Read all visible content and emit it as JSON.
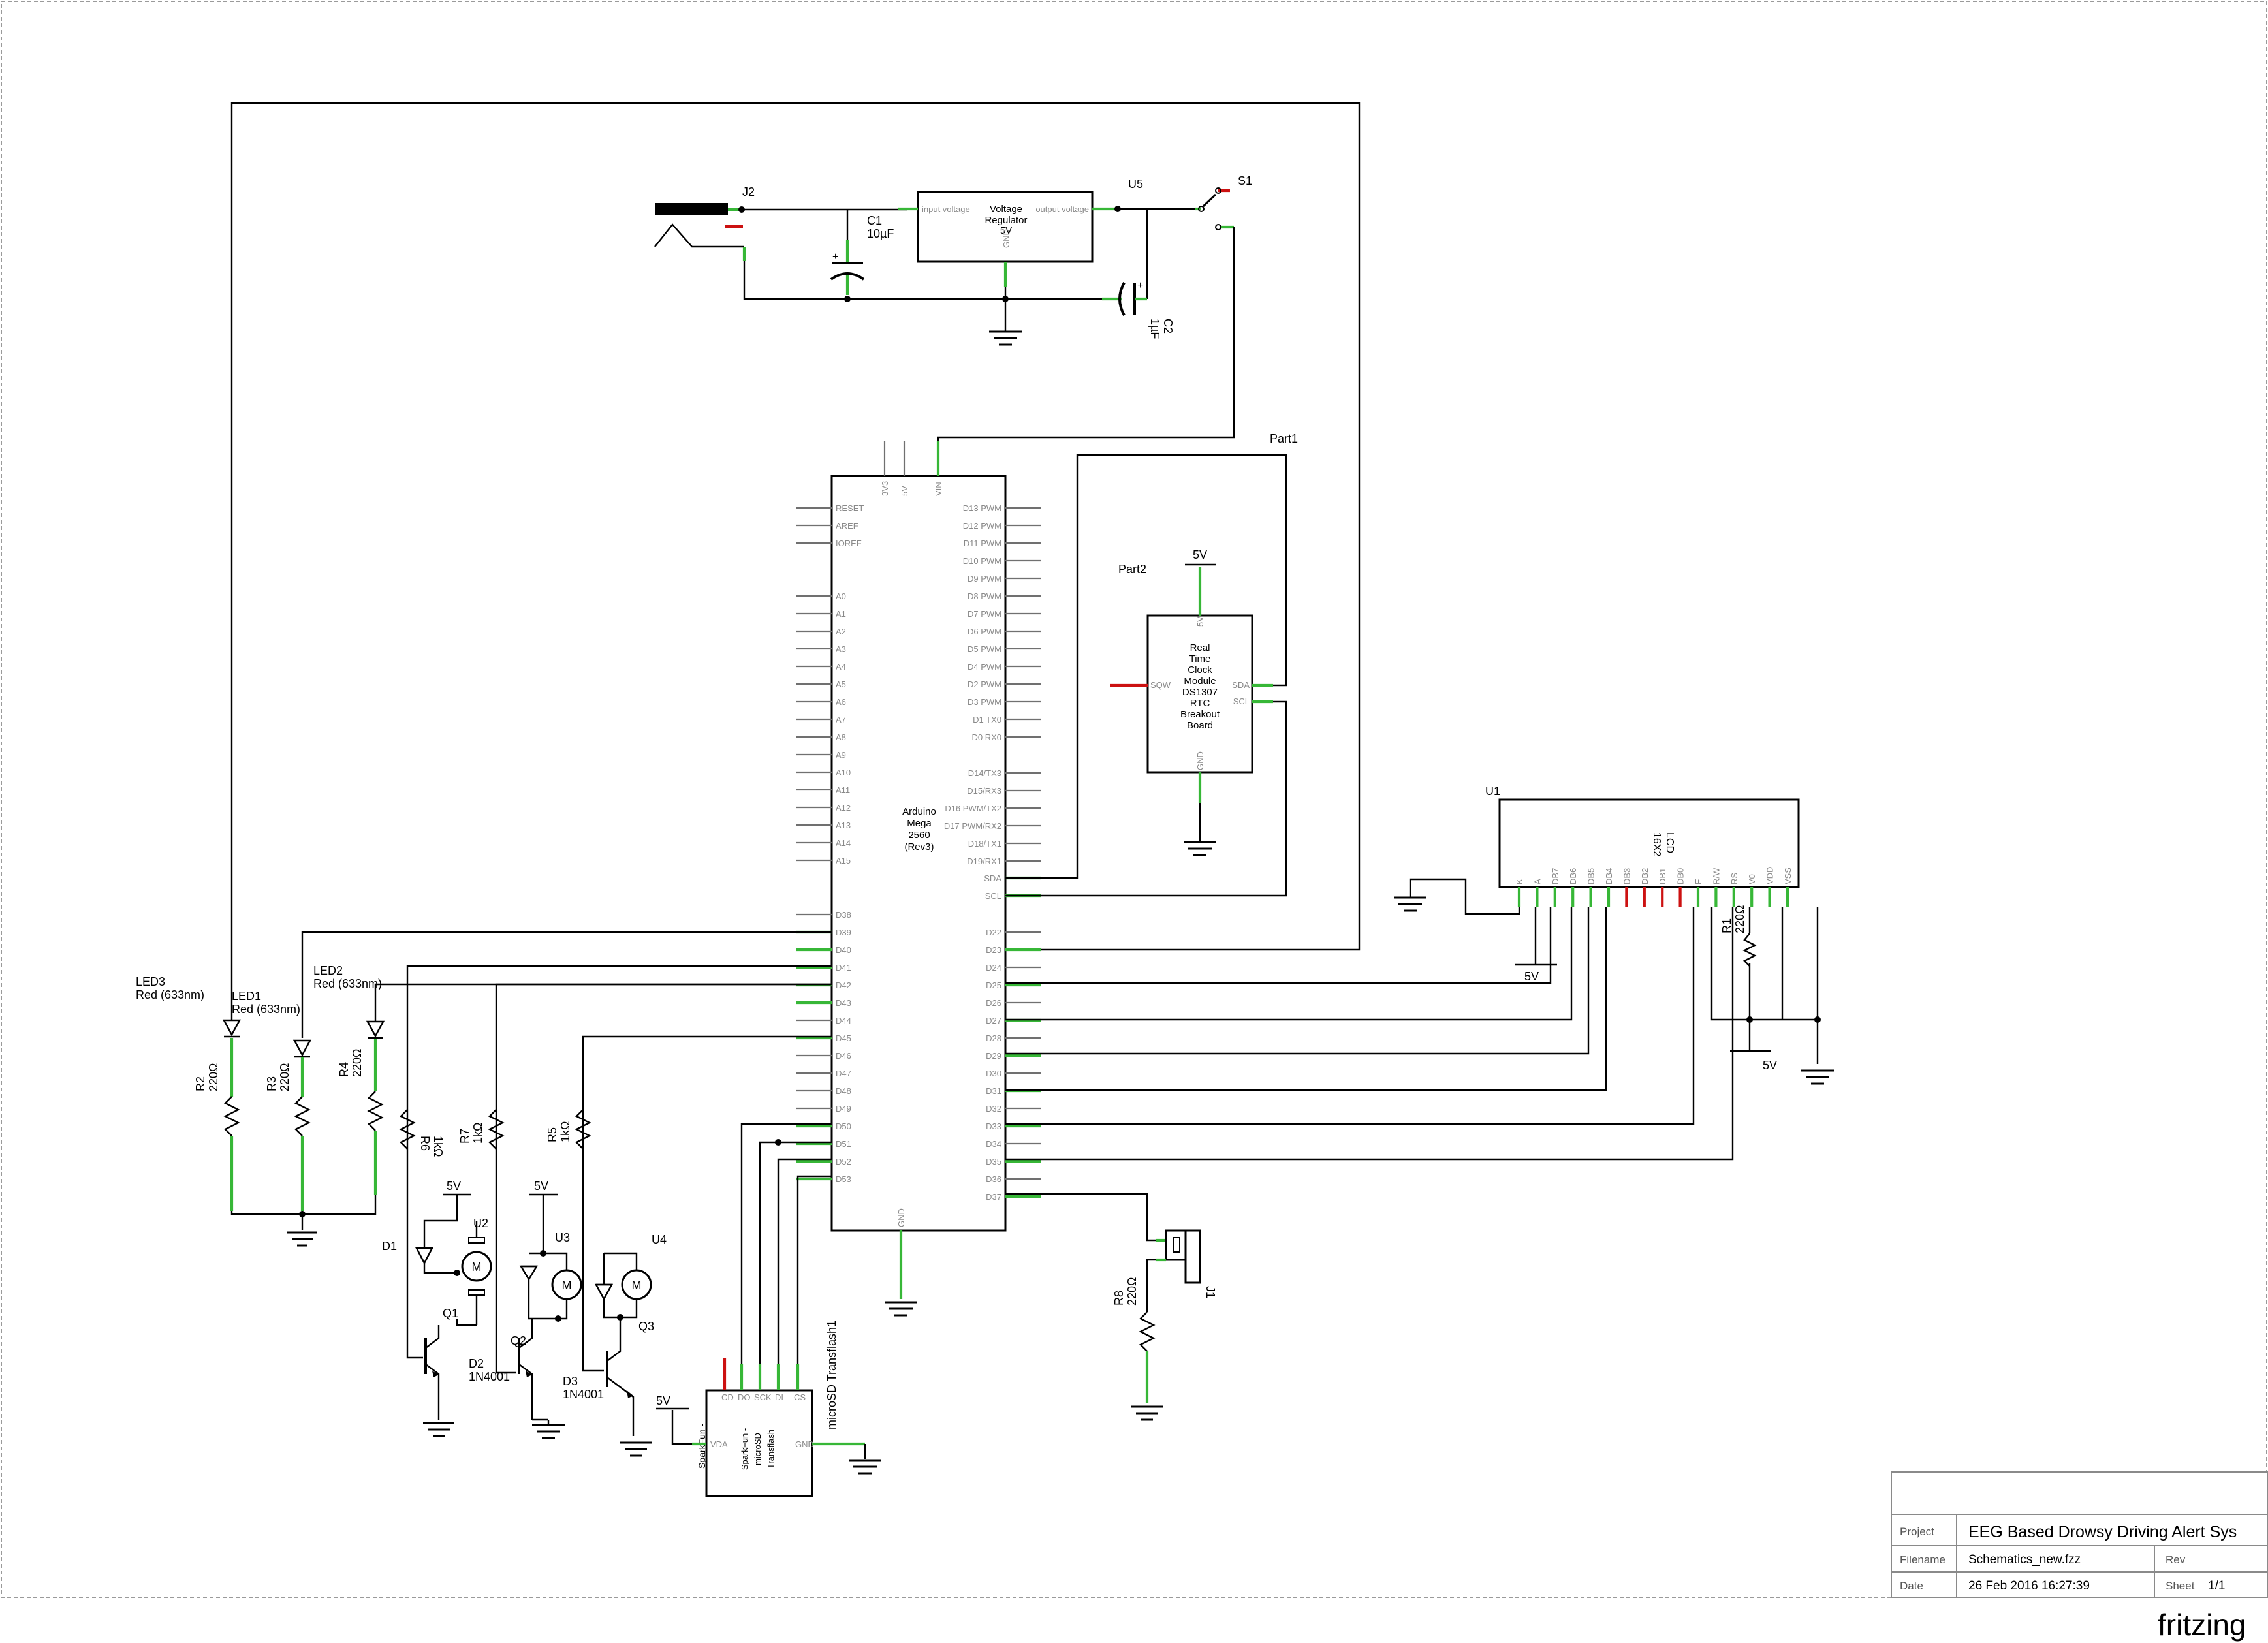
{
  "mega": {
    "name": [
      "Arduino",
      "Mega",
      "2560",
      "(Rev3)"
    ],
    "top_pins": [
      "3V3",
      "5V",
      "VIN"
    ],
    "left_pins": [
      "RESET",
      "AREF",
      "IOREF",
      "A0",
      "A1",
      "A2",
      "A3",
      "A4",
      "A5",
      "A6",
      "A7",
      "A8",
      "A9",
      "A10",
      "A11",
      "A12",
      "A13",
      "A14",
      "A15",
      "D38",
      "D39",
      "D40",
      "D41",
      "D42",
      "D43",
      "D44",
      "D45",
      "D46",
      "D47",
      "D48",
      "D49",
      "D50",
      "D51",
      "D52",
      "D53"
    ],
    "right_pins": [
      "D13 PWM",
      "D12 PWM",
      "D11 PWM",
      "D10 PWM",
      "D9 PWM",
      "D8 PWM",
      "D7 PWM",
      "D6 PWM",
      "D5 PWM",
      "D4 PWM",
      "D2 PWM",
      "D3 PWM",
      "D1 TX0",
      "D0 RX0",
      "D14/TX3",
      "D15/RX3",
      "D16 PWM/TX2",
      "D17 PWM/RX2",
      "D18/TX1",
      "D19/RX1",
      "SDA",
      "SCL",
      "D22",
      "D23",
      "D24",
      "D25",
      "D26",
      "D27",
      "D28",
      "D29",
      "D30",
      "D31",
      "D32",
      "D33",
      "D34",
      "D35",
      "D36",
      "D37"
    ],
    "gnd_pin": "GND"
  },
  "regulator": {
    "text": [
      "Voltage",
      "Regulator",
      "5V"
    ],
    "in_pin": "input voltage",
    "out_pin": "output voltage",
    "gnd_pin": "GND",
    "ref": "U5"
  },
  "power": {
    "jack_ref": "J2",
    "switch_ref": "S1",
    "c1_ref": "C1",
    "c1_value": "10µF",
    "c2_ref": "C2",
    "c2_value": "1µF"
  },
  "rtc": {
    "text": [
      "Real",
      "Time",
      "Clock",
      "Module",
      "DS1307",
      "RTC",
      "Breakout",
      "Board"
    ],
    "pin_5v": "5V",
    "pin_sqw": "SQW",
    "pin_sda": "SDA",
    "pin_scl": "SCL",
    "pin_gnd": "GND",
    "supply": "5V",
    "part1": "Part1",
    "part2": "Part2"
  },
  "lcd": {
    "ref": "U1",
    "name": [
      "LCD",
      "16X2"
    ],
    "pins": [
      "K",
      "A",
      "DB7",
      "DB6",
      "DB5",
      "DB4",
      "DB3",
      "DB2",
      "DB1",
      "DB0",
      "E",
      "R/W",
      "RS",
      "V0",
      "VDD",
      "VSS"
    ],
    "r1_ref": "R1",
    "r1_value": "220Ω",
    "supply_left": "5V",
    "supply_right": "5V"
  },
  "leds": [
    {
      "ref": "LED3",
      "color": "Red (633nm)"
    },
    {
      "ref": "LED1",
      "color": "Red (633nm)"
    },
    {
      "ref": "LED2",
      "color": "Red (633nm)"
    }
  ],
  "resistors": {
    "r2": [
      "R2",
      "220Ω"
    ],
    "r3": [
      "R3",
      "220Ω"
    ],
    "r4": [
      "R4",
      "220Ω"
    ],
    "r6": [
      "R6",
      "1kΩ"
    ],
    "r7": [
      "R7",
      "1kΩ"
    ],
    "r5": [
      "R5",
      "1kΩ"
    ],
    "r8": [
      "R8",
      "220Ω"
    ]
  },
  "motors": {
    "u2": "U2",
    "u3": "U3",
    "u4": "U4",
    "q1": "Q1",
    "q2": "Q2",
    "q3": "Q3",
    "d1": "D1",
    "d2": "D2",
    "d2_part": "1N4001",
    "d3": "D3",
    "d3_part": "1N4001",
    "m": "M",
    "supply": "5V"
  },
  "sd": {
    "title": "microSD Transflash1",
    "text": [
      "SparkFun -",
      "microSD",
      "Transflash"
    ],
    "top_pins": [
      "CD",
      "DO",
      "SCK",
      "DI",
      "CS"
    ],
    "left_pin": "VDA",
    "right_pin": "GND",
    "supply": "5V"
  },
  "buzzer": {
    "ref": "J1"
  },
  "title_block": {
    "project_key": "Project",
    "project": "EEG Based Drowsy Driving Alert Sys",
    "filename_key": "Filename",
    "filename": "Schematics_new.fzz",
    "rev_key": "Rev",
    "date_key": "Date",
    "date": "26 Feb 2016 16:27:39",
    "sheet_key": "Sheet",
    "sheet": "1/1"
  },
  "brand": "fritzing",
  "colors": {
    "wire": "#000000",
    "pin_connected": "#37b737",
    "pin_unconnected": "#cc1111",
    "pin_label": "#8a8a8a"
  }
}
